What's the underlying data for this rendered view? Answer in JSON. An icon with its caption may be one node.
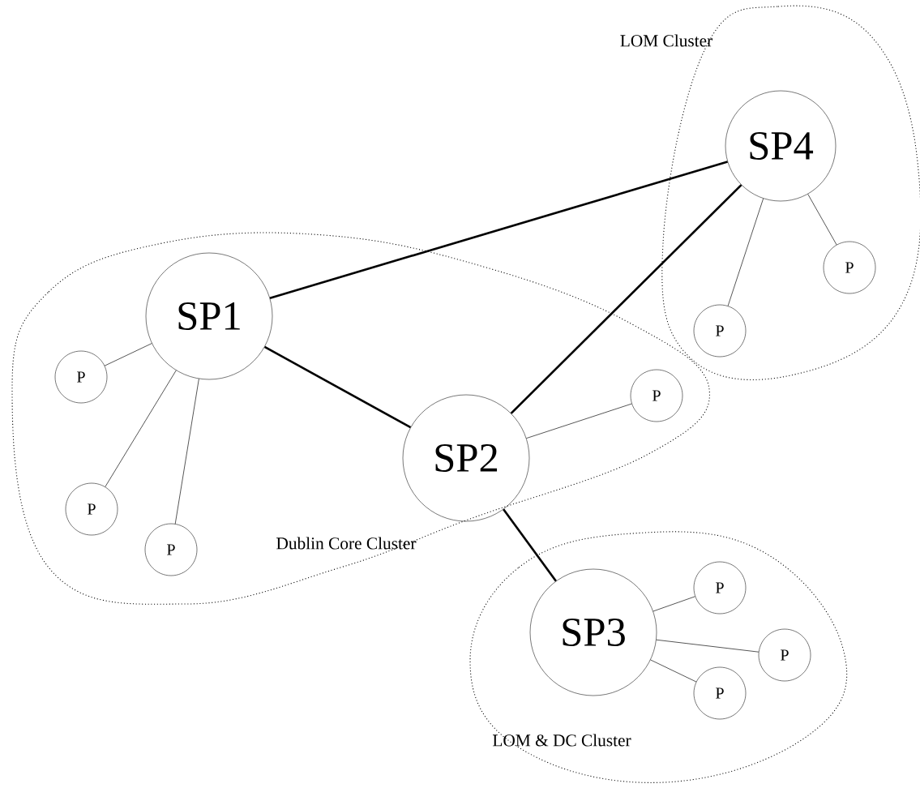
{
  "diagram": {
    "nodes": [
      {
        "text": [
          "Dublin Core Cluster"
        ]
      },
      {
        "text": [
          "SP1"
        ],
        "in": 0
      },
      {
        "text": [
          "P"
        ],
        "in": 0
      },
      {
        "text": [
          "P"
        ],
        "in": 0
      },
      {
        "text": [
          "P"
        ],
        "in": 0
      },
      {
        "text": [
          "SP2"
        ],
        "in": 0
      },
      {
        "text": [
          "P"
        ],
        "in": 0
      },
      {
        "text": [
          "LOM Cluster"
        ]
      },
      {
        "text": [
          "SP4"
        ],
        "in": 7
      },
      {
        "text": [
          "P"
        ],
        "in": 7
      },
      {
        "text": [
          "P"
        ],
        "in": 7
      },
      {
        "text": [
          "LOM & DC Cluster"
        ]
      },
      {
        "text": [
          "SP3"
        ],
        "in": 11
      },
      {
        "text": [
          "P"
        ],
        "in": 11
      },
      {
        "text": [
          "P"
        ],
        "in": 11
      },
      {
        "text": [
          "P"
        ],
        "in": 11
      }
    ],
    "edges": [
      {
        "from": 1,
        "to": 8,
        "arrow": "none",
        "style": "thick"
      },
      {
        "from": 1,
        "to": 5,
        "arrow": "none",
        "style": "thick"
      },
      {
        "from": 5,
        "to": 8,
        "arrow": "none",
        "style": "thick"
      },
      {
        "from": 5,
        "to": 12,
        "arrow": "none",
        "style": "thick"
      },
      {
        "from": 1,
        "to": 2,
        "arrow": "none"
      },
      {
        "from": 1,
        "to": 3,
        "arrow": "none"
      },
      {
        "from": 1,
        "to": 4,
        "arrow": "none"
      },
      {
        "from": 5,
        "to": 6,
        "arrow": "none"
      },
      {
        "from": 8,
        "to": 9,
        "arrow": "none"
      },
      {
        "from": 8,
        "to": 10,
        "arrow": "none"
      },
      {
        "from": 12,
        "to": 13,
        "arrow": "none"
      },
      {
        "from": 12,
        "to": 14,
        "arrow": "none"
      },
      {
        "from": 12,
        "to": 15,
        "arrow": "none"
      }
    ]
  }
}
